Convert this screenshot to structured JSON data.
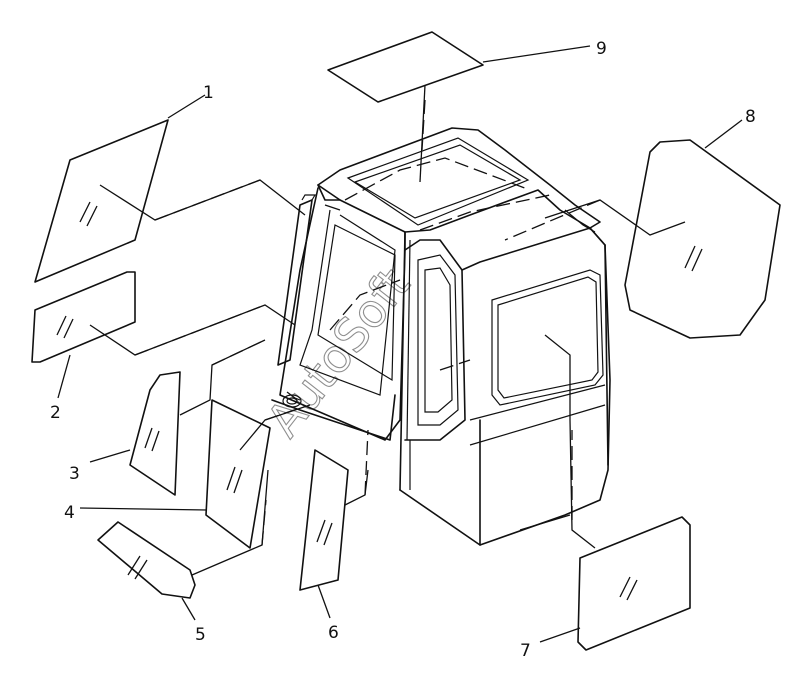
{
  "diagram": {
    "callouts": [
      {
        "id": "1",
        "label": "1"
      },
      {
        "id": "2",
        "label": "2"
      },
      {
        "id": "3",
        "label": "3"
      },
      {
        "id": "4",
        "label": "4"
      },
      {
        "id": "5",
        "label": "5"
      },
      {
        "id": "6",
        "label": "6"
      },
      {
        "id": "7",
        "label": "7"
      },
      {
        "id": "8",
        "label": "8"
      },
      {
        "id": "9",
        "label": "9"
      }
    ],
    "watermark": "AutoSoft"
  }
}
